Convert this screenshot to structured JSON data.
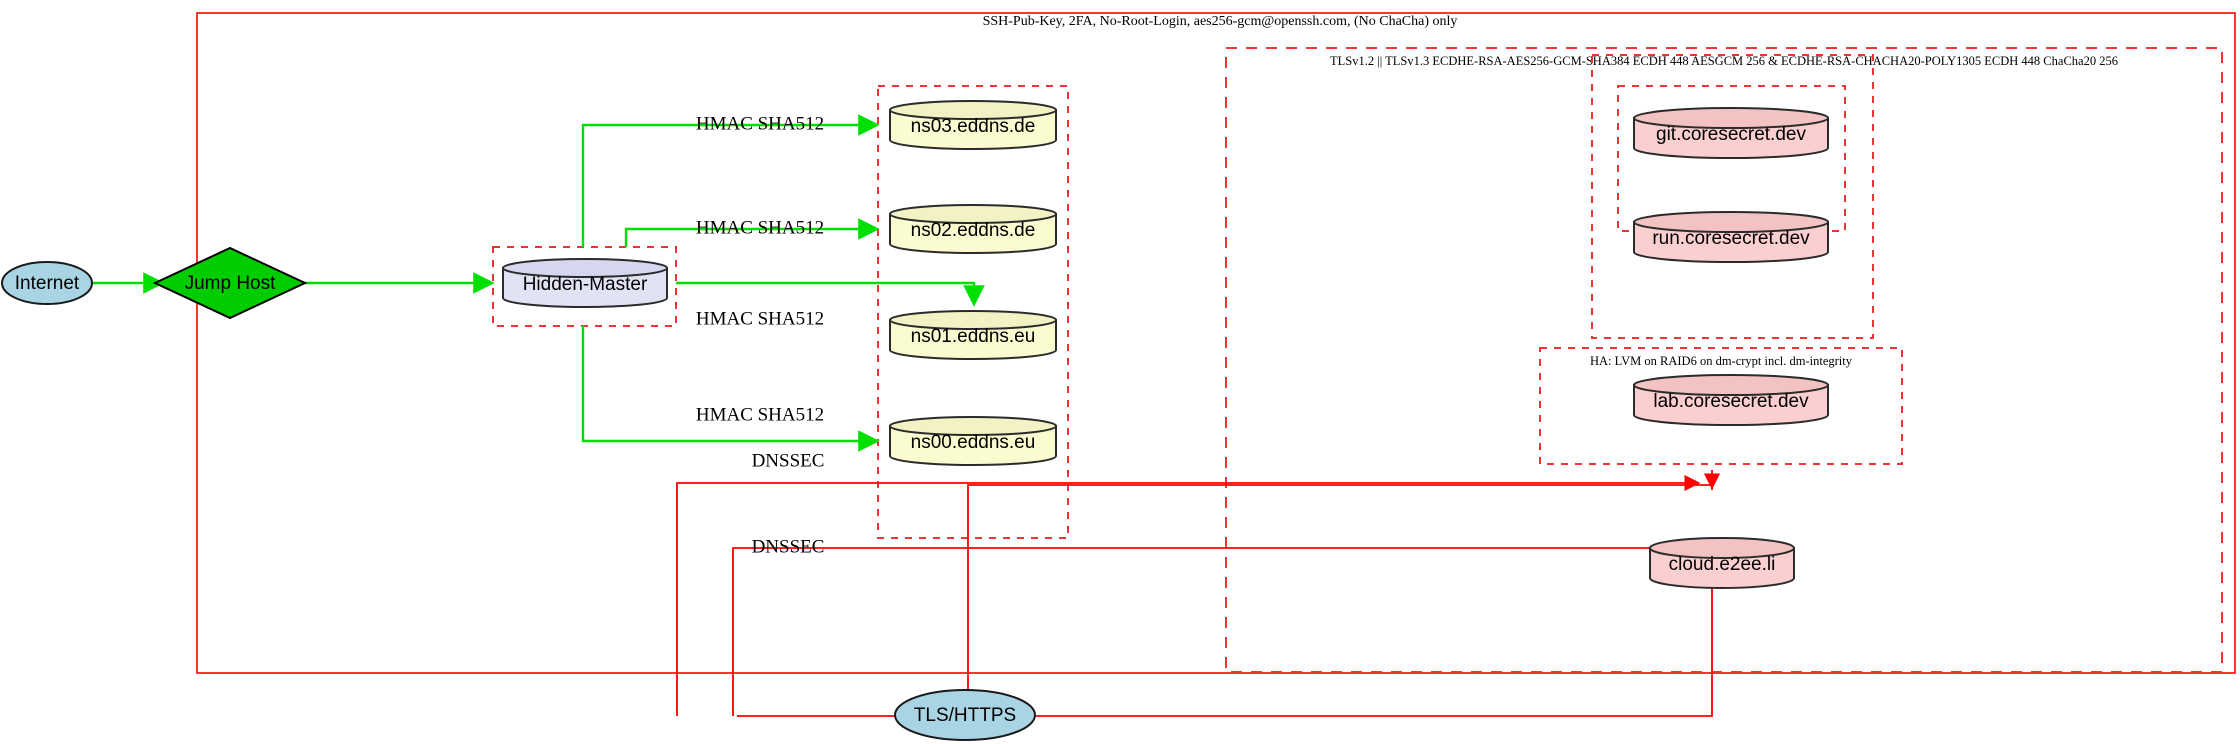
{
  "diagram": {
    "title_label": "SSH-Pub-Key, 2FA, No-Root-Login, aes256-gcm@openssh.com, (No ChaCha) only",
    "clusters": {
      "tls_policy": "TLSv1.2 || TLSv1.3 ECDHE-RSA-AES256-GCM-SHA384 ECDH 448 AESGCM 256 & ECDHE-RSA-CHACHA20-POLY1305 ECDH 448 ChaCha20 256",
      "ha_storage": "HA: LVM on RAID6 on dm-crypt incl. dm-integrity"
    },
    "nodes": {
      "internet": "Internet",
      "jump_host": "Jump Host",
      "hidden_master": "Hidden-Master",
      "ns03": "ns03.eddns.de",
      "ns02": "ns02.eddns.de",
      "ns01": "ns01.eddns.eu",
      "ns00": "ns00.eddns.eu",
      "git": "git.coresecret.dev",
      "run": "run.coresecret.dev",
      "lab": "lab.coresecret.dev",
      "cloud": "cloud.e2ee.li",
      "tls_https": "TLS/HTTPS"
    },
    "edge_labels": {
      "hmac_ns03": "HMAC SHA512",
      "hmac_ns02": "HMAC SHA512",
      "hmac_ns01": "HMAC SHA512",
      "hmac_ns00": "HMAC SHA512",
      "dnssec_upper": "DNSSEC",
      "dnssec_lower": "DNSSEC"
    },
    "colors": {
      "boundary_red": "#ff0000",
      "cluster_dashed_red": "#ee3333",
      "green_edge": "#00e000",
      "node_yellow": "#fbfbd0",
      "node_lavender": "#e2e2f5",
      "node_pink": "#fbcfcf",
      "node_blue": "#a9d4e4",
      "node_green": "#00cc00"
    }
  }
}
